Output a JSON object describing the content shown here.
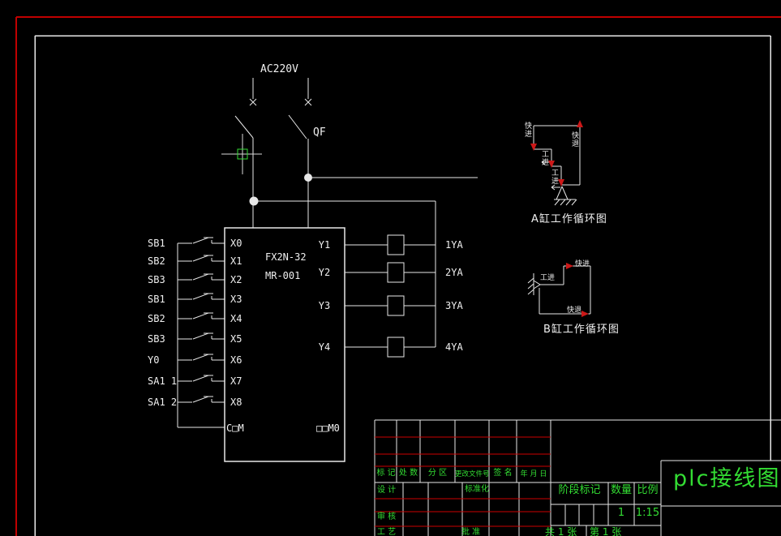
{
  "colors": {
    "background": "#000000",
    "line_white": "#e8e8e8",
    "frame_red": "#c00000",
    "annotation_green": "#33dd33",
    "arrow_red": "#cc1818"
  },
  "power": {
    "source": "AC220V",
    "breaker": "QF"
  },
  "plc": {
    "model_line1": "FX2N-32",
    "model_line2": "MR-001",
    "com_left": "C□M",
    "com_right": "□□M0",
    "inputs": [
      {
        "device": "SB1",
        "terminal": "X0"
      },
      {
        "device": "SB2",
        "terminal": "X1"
      },
      {
        "device": "SB3",
        "terminal": "X2"
      },
      {
        "device": "SB1",
        "terminal": "X3"
      },
      {
        "device": "SB2",
        "terminal": "X4"
      },
      {
        "device": "SB3",
        "terminal": "X5"
      },
      {
        "device": "Y0",
        "terminal": "X6"
      },
      {
        "device": "SA1 1",
        "terminal": "X7"
      },
      {
        "device": "SA1 2",
        "terminal": "X8"
      }
    ],
    "outputs": [
      {
        "terminal": "Y1",
        "solenoid": "1YA"
      },
      {
        "terminal": "Y2",
        "solenoid": "2YA"
      },
      {
        "terminal": "Y3",
        "solenoid": "3YA"
      },
      {
        "terminal": "Y4",
        "solenoid": "4YA"
      }
    ]
  },
  "cycle_a": {
    "title": "A缸工作循环图",
    "fast_forward": "快进",
    "work_forward_1": "工进",
    "work_forward_2": "工进",
    "fast_return": "快退"
  },
  "cycle_b": {
    "title": "B缸工作循环图",
    "work_forward": "工进",
    "fast_forward": "快进",
    "fast_return": "快退"
  },
  "title_block": {
    "revision_headers": [
      "标 记",
      "处 数",
      "分 区",
      "更改文件号",
      "签 名",
      "年 月 日"
    ],
    "design": "设 计",
    "standardization": "标准化",
    "review": "审 核",
    "process": "工 艺",
    "approve": "批 准",
    "stage_mark": "阶段标记",
    "quantity_label": "数量",
    "scale_label": "比例",
    "quantity_value": "1",
    "scale_value": "1:15",
    "sheet_total": "共 1 张",
    "sheet_number": "第 1 张",
    "drawing_title": "plc接线图"
  }
}
